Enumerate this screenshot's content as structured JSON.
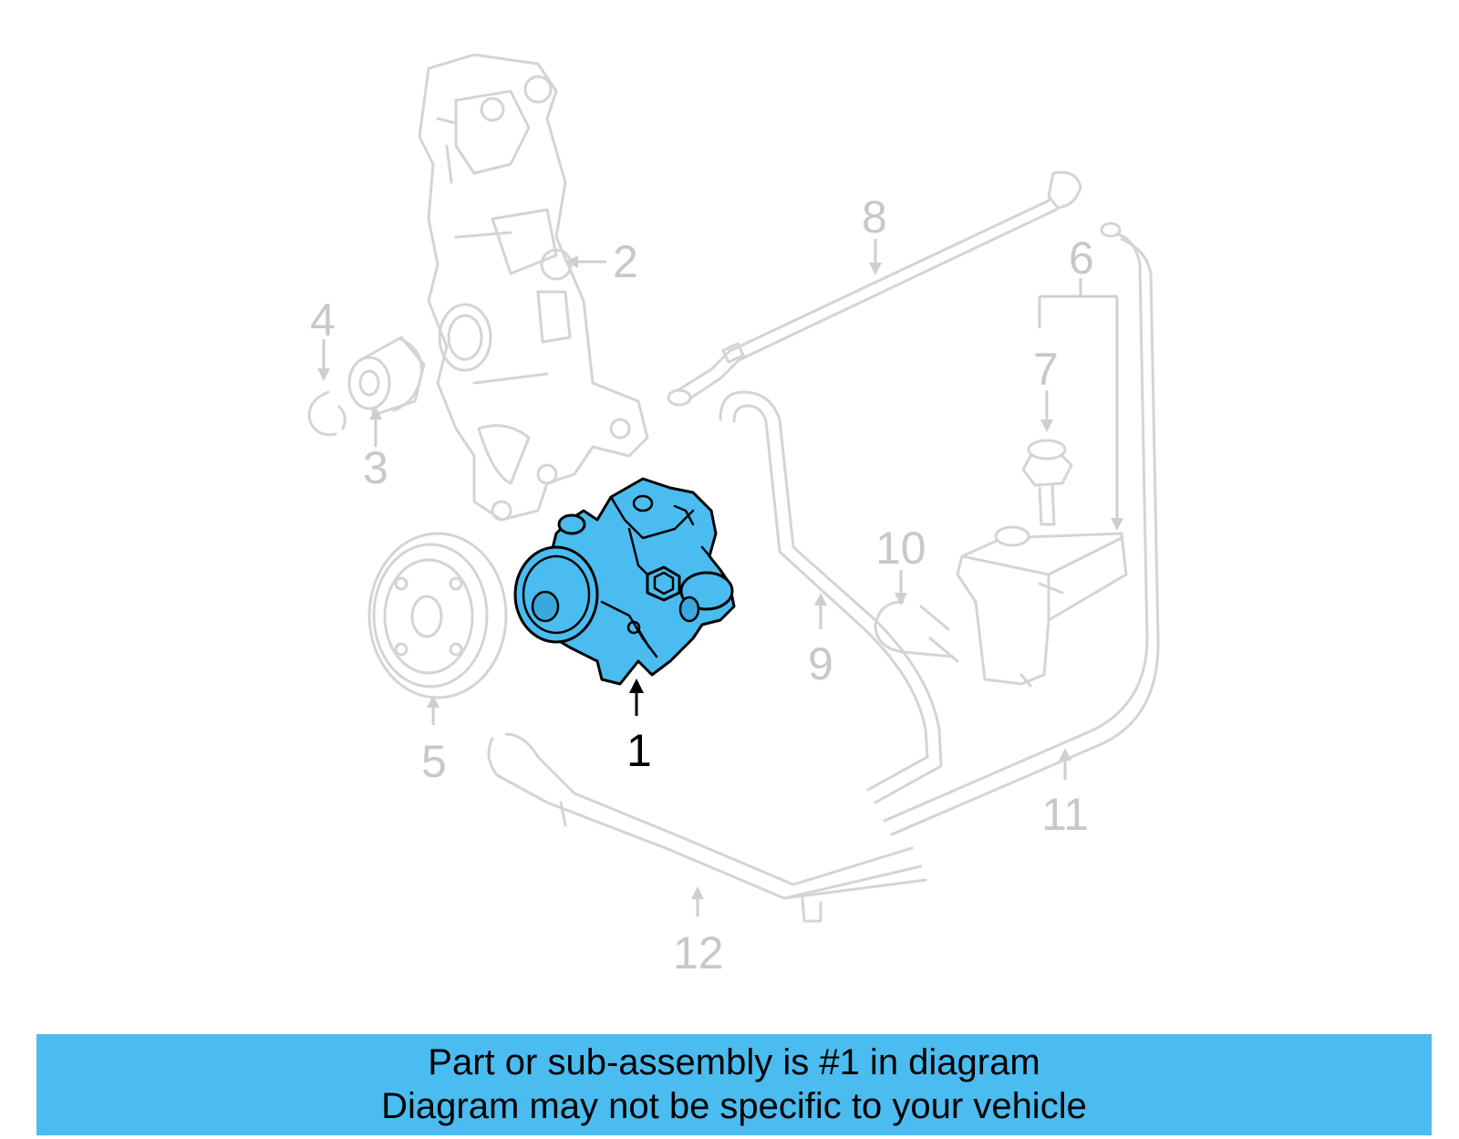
{
  "diagram": {
    "highlight_color": "#4bbcf0",
    "ghost_color": "#d4d4d4",
    "callouts": {
      "c1": "1",
      "c2": "2",
      "c3": "3",
      "c4": "4",
      "c5": "5",
      "c6": "6",
      "c7": "7",
      "c8": "8",
      "c9": "9",
      "c10": "10",
      "c11": "11",
      "c12": "12"
    }
  },
  "banner": {
    "line1": "Part or sub-assembly is #1 in diagram",
    "line2": "Diagram may not be specific to your vehicle"
  }
}
